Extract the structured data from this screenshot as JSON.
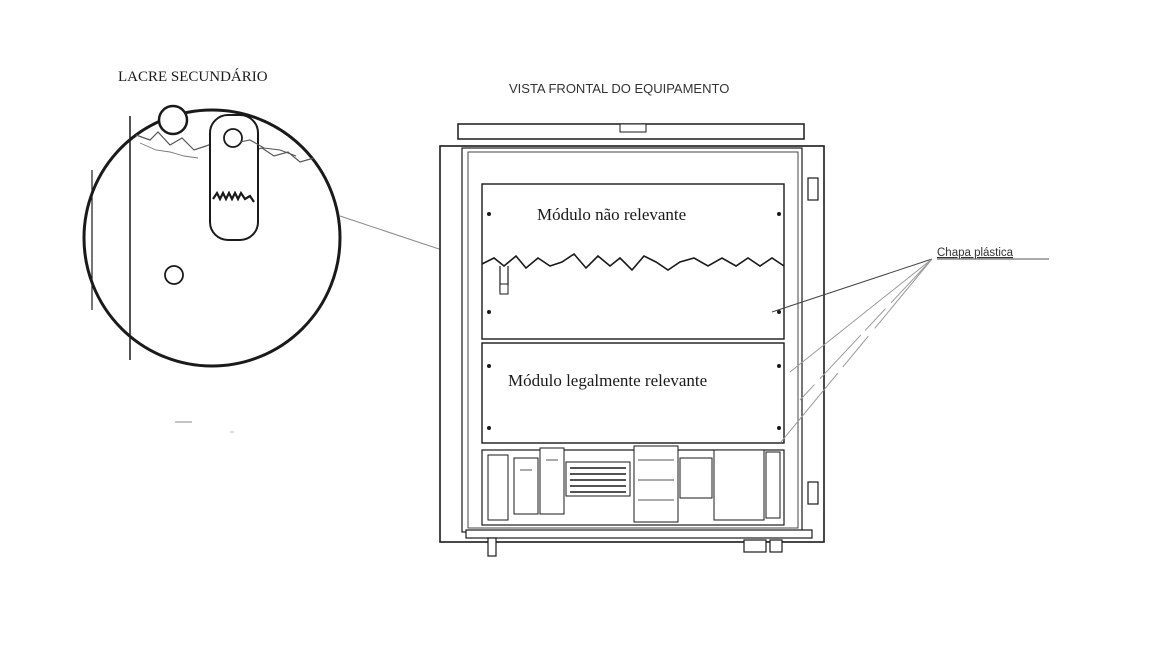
{
  "labels": {
    "seal_title": "LACRE SECUNDÁRIO",
    "front_view_title": "VISTA FRONTAL DO EQUIPAMENTO",
    "upper_module": "Módulo não relevante",
    "lower_module": "Módulo legalmente relevante",
    "plastic_plate": "Chapa plástica"
  },
  "colors": {
    "ink": "#1a1a1a",
    "line": "#444444",
    "light_line": "#9a9a9a"
  }
}
